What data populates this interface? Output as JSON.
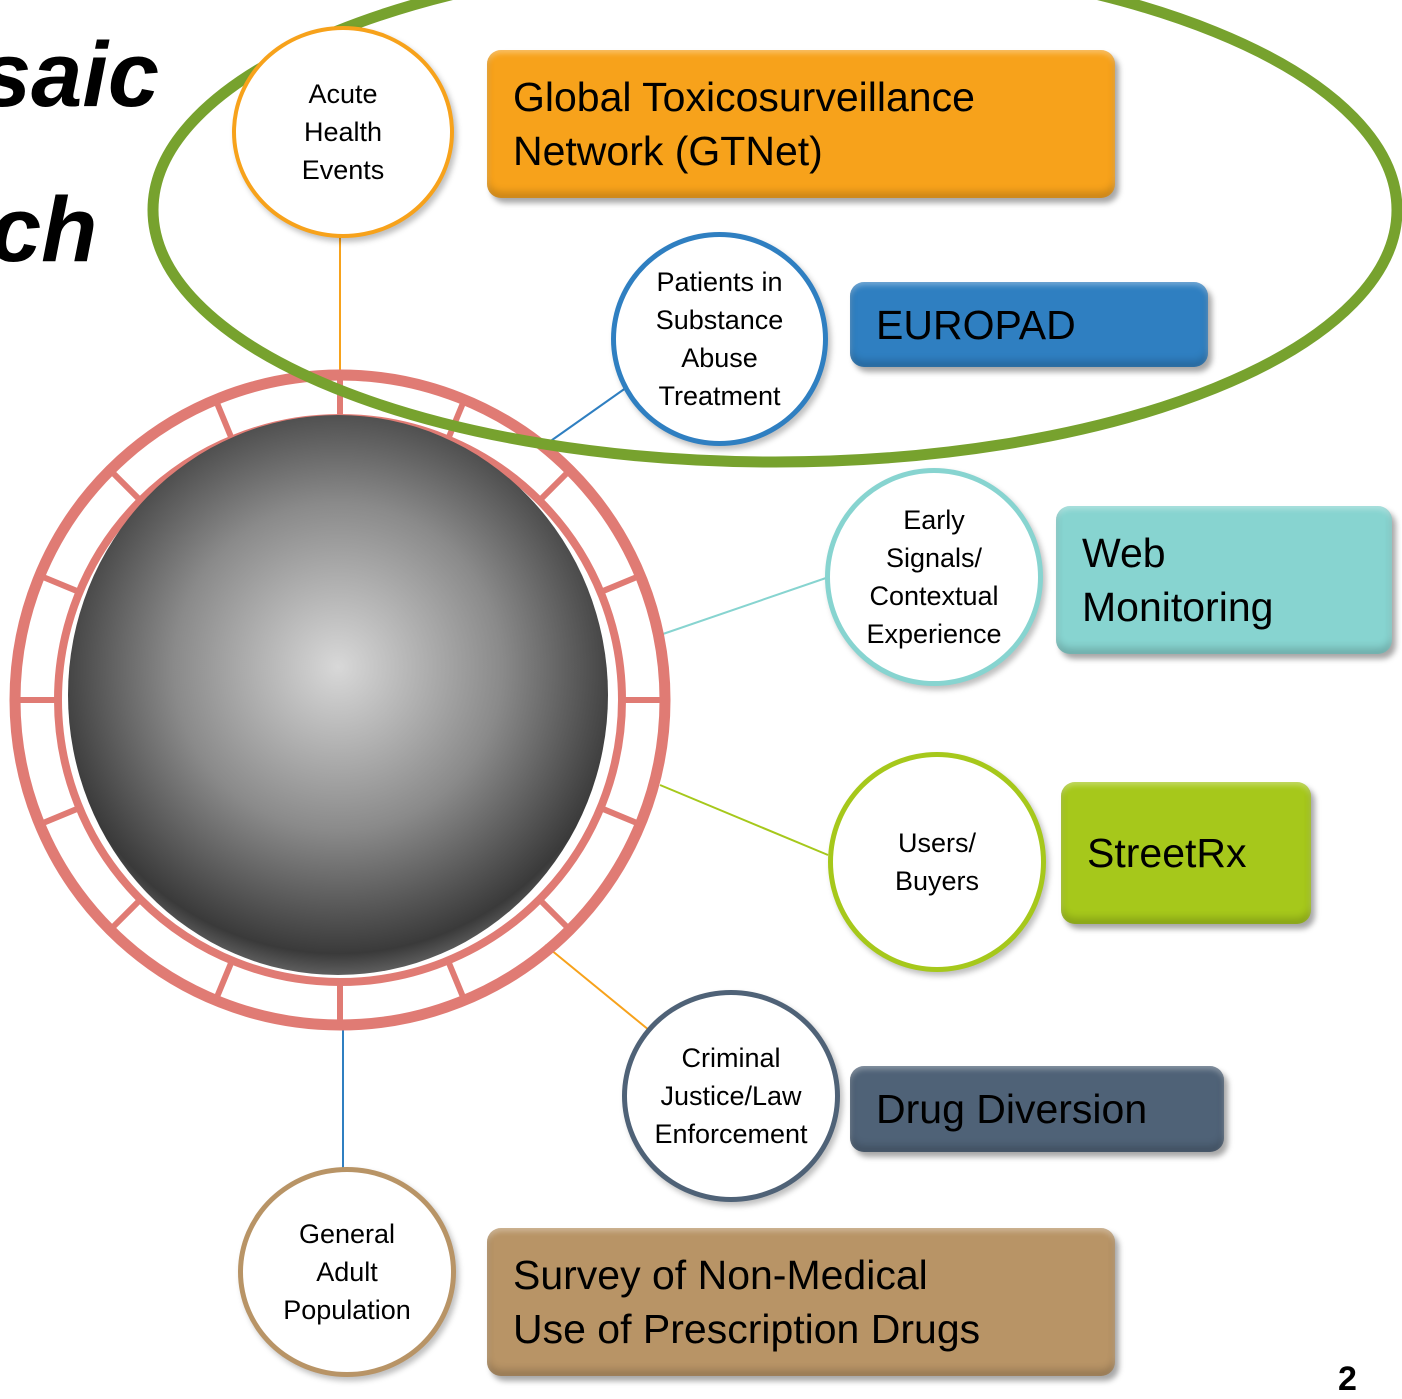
{
  "title": {
    "line1": "saic",
    "line2": "ch"
  },
  "page_number": "2",
  "nodes": [
    {
      "circle_label": "Acute\nHealth\nEvents",
      "box_label": "Global Toxicosurveillance\nNetwork (GTNet)",
      "color": "#f7a21b"
    },
    {
      "circle_label": "Patients in\nSubstance\nAbuse\nTreatment",
      "box_label": "EUROPAD",
      "color": "#2f7fc1"
    },
    {
      "circle_label": "Early\nSignals/\nContextual\nExperience",
      "box_label": "Web\nMonitoring",
      "color": "#87d4d0"
    },
    {
      "circle_label": "Users/\nBuyers",
      "box_label": "StreetRx",
      "color": "#a6c81b"
    },
    {
      "circle_label": "Criminal\nJustice/Law\nEnforcement",
      "box_label": "Drug Diversion",
      "color": "#4f6277"
    },
    {
      "circle_label": "General\nAdult\nPopulation",
      "box_label": "Survey of Non-Medical\nUse of Prescription Drugs",
      "color": "#b89466"
    }
  ],
  "colors": {
    "highlight_ellipse": "#77a22e",
    "ring": "#e07b74"
  }
}
